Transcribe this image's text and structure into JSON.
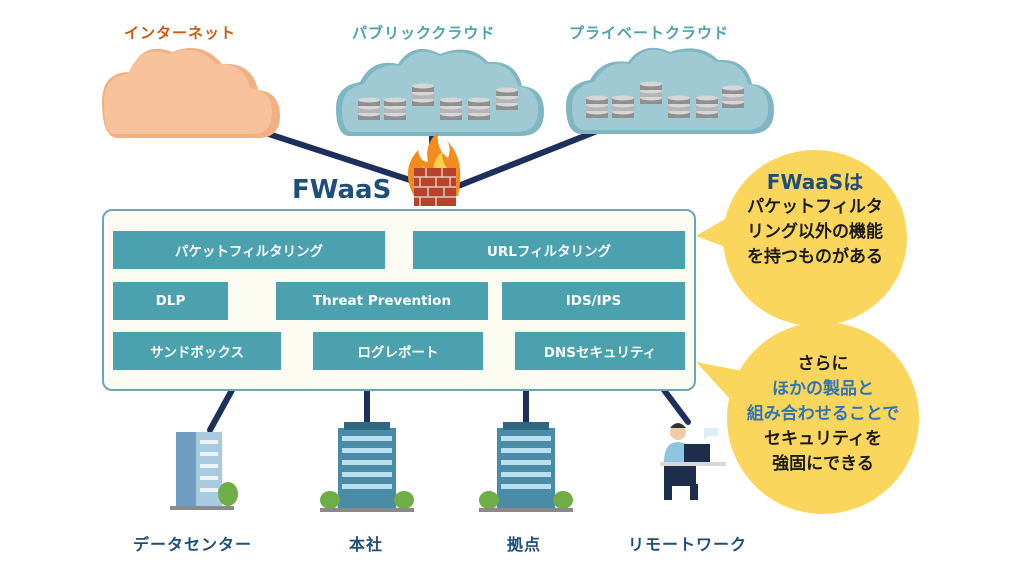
{
  "clouds": {
    "internet": "インターネット",
    "public_cloud": "パブリッククラウド",
    "private_cloud": "プライベートクラウド"
  },
  "fwaas_title": "FWaaS",
  "features": {
    "packet_filtering": "パケットフィルタリング",
    "url_filtering": "URLフィルタリング",
    "dlp": "DLP",
    "threat_prevention": "Threat Prevention",
    "ids_ips": "IDS/IPS",
    "sandbox": "サンドボックス",
    "log_report": "ログレポート",
    "dns_security": "DNSセキュリティ"
  },
  "bubble_top": {
    "line1": "FWaaSは",
    "line2": "パケットフィルタ",
    "line3": "リング以外の機能",
    "line4": "を持つものがある"
  },
  "bubble_bottom": {
    "line1": "さらに",
    "line2": "ほかの製品と",
    "line3": "組み合わせることで",
    "line4": "セキュリティを",
    "line5": "強固にできる"
  },
  "locations": {
    "datacenter": "データセンター",
    "headquarters": "本社",
    "branch": "拠点",
    "remote_work": "リモートワーク"
  },
  "colors": {
    "internet_label": "#c55a11",
    "cloud_label": "#4ba1ae",
    "internet_cloud": "#f7c19b",
    "public_cloud": "#9fcad3",
    "feature_box": "#4ba1ae",
    "bubble": "#fbd65c",
    "navy": "#1f4e79",
    "highlight": "#2e75b6"
  }
}
